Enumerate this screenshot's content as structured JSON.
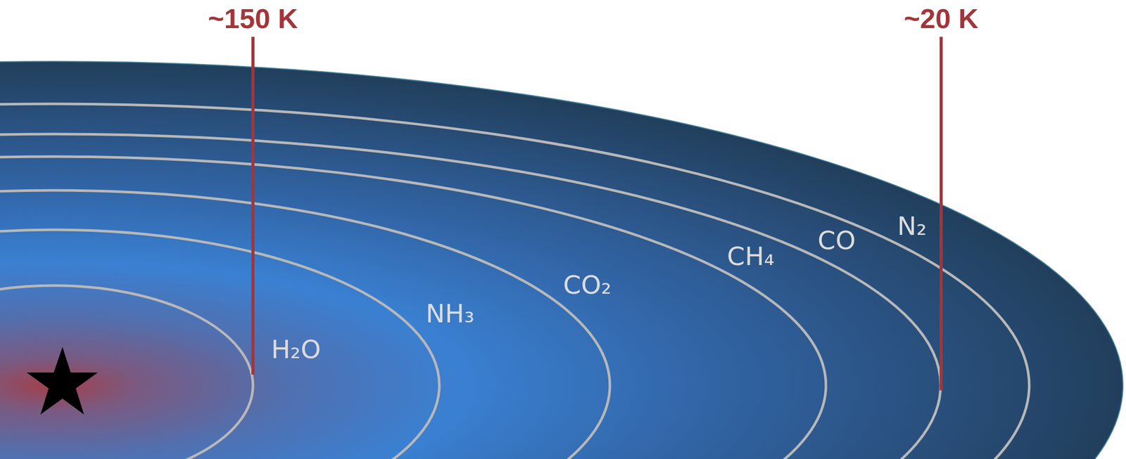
{
  "diagram": {
    "labels": [
      "~150 K",
      "~20 K",
      "H₂O",
      "NH₃",
      "CO₂",
      "CH₄",
      "CO",
      "N₂"
    ]
  }
}
